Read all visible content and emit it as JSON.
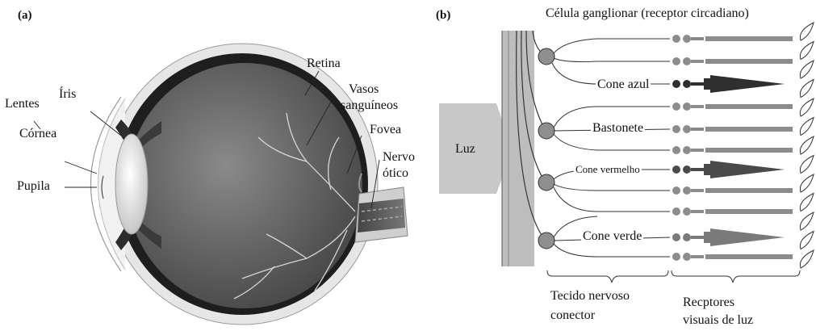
{
  "panels": {
    "a": "(a)",
    "b": "(b)"
  },
  "eye_labels": {
    "lentes": "Lentes",
    "iris": "Íris",
    "cornea": "Córnea",
    "pupila": "Pupila",
    "retina": "Retina",
    "vasos": [
      "Vasos",
      "sanguíneos"
    ],
    "fovea": "Fovea",
    "nervo": [
      "Nervo",
      "ótico"
    ]
  },
  "retina_labels": {
    "title": "Célula ganglionar (receptor circadiano)",
    "luz": "Luz",
    "cone_azul": "Cone azul",
    "bastonete": "Bastonete",
    "cone_vermelho": "Cone vermelho",
    "cone_verde": "Cone verde",
    "tecido": [
      "Tecido nervoso",
      "conector"
    ],
    "receptores": [
      "Recptores",
      "visuais de luz"
    ]
  },
  "colors": {
    "eye_inner": "#5a5a5a",
    "eye_wall": "#1e1e1e",
    "sclera": "#dcdcdc",
    "luz_arrow": "#c8c8c8",
    "tissue_band": "#bdbdbd",
    "rod": "#8c8c8c",
    "cone_blue": "#2f2f2f",
    "cone_red": "#4a4a4a",
    "cone_green": "#7a7a7a"
  },
  "icons": [
    "eye-cross-section",
    "retina-cell-diagram"
  ]
}
